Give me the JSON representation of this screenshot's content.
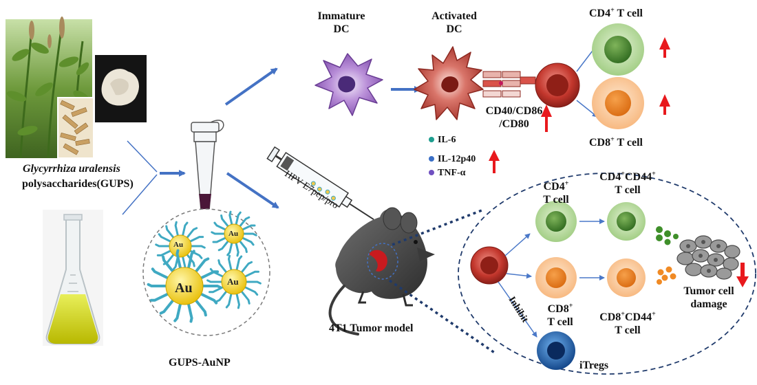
{
  "labels": {
    "species": "Glycyrrhiza uralensis",
    "polysaccharides": "polysaccharides(GUPS)",
    "nanoparticle": "GUPS-AuNP",
    "gold": "Au",
    "immature_dc_1": "Immature",
    "immature_dc_2": "DC",
    "activated_dc_1": "Activated",
    "activated_dc_2": "DC",
    "cd4_top_sup": "+",
    "cd4_top_text": " T cell",
    "cd8_top_sup": "+",
    "cd8_top_text": "  T cell",
    "costim_1": "CD40/CD86",
    "costim_2": "/CD80",
    "il6": "IL-6",
    "il12": "IL-12p40",
    "tnf": "TNF-α",
    "vaccine": "HPV E7pep/pro",
    "tumor_model": "4T1 Tumor model",
    "cd4_right_1": "CD4",
    "cd4_right_sup": "+",
    "cd4_right_2": "T cell",
    "cd4cd44_a": "CD4",
    "cd4cd44_b": "+",
    "cd4cd44_c": "CD44",
    "cd4cd44_d": "+",
    "cd4cd44_2": "T cell",
    "cd8_right_1": "CD8",
    "cd8_right_sup": "+",
    "cd8_right_2": "T cell",
    "cd8cd44_a": "CD8",
    "cd8cd44_b": "+",
    "cd8cd44_c": "CD44",
    "cd8cd44_d": "+",
    "cd8cd44_2": "T cell",
    "inhibit": "Inhibit",
    "itregs": "iTregs",
    "tumor_damage_1": "Tumor cell",
    "tumor_damage_2": "damage",
    "cd4_prefix": "CD4",
    "cd8_prefix": "CD8"
  },
  "colors": {
    "arrow_blue": "#4472c4",
    "up_red": "#e8191d",
    "cd4_green": "#a9d18e",
    "cd8_orange": "#f4b183",
    "dc_purple": "#8e5fb5",
    "dc_red": "#b8352d",
    "gold": "#f5d21a",
    "ligand_teal": "#3fa9c2",
    "itreg_blue": "#1f5fa8",
    "dashed_navy": "#1f3a6b"
  },
  "legend_dots": [
    {
      "name": "IL-6",
      "color": "#1e9e8f"
    },
    {
      "name": "IL-12p40",
      "color": "#3a6fc6"
    },
    {
      "name": "TNF-α",
      "color": "#7050c0"
    }
  ]
}
